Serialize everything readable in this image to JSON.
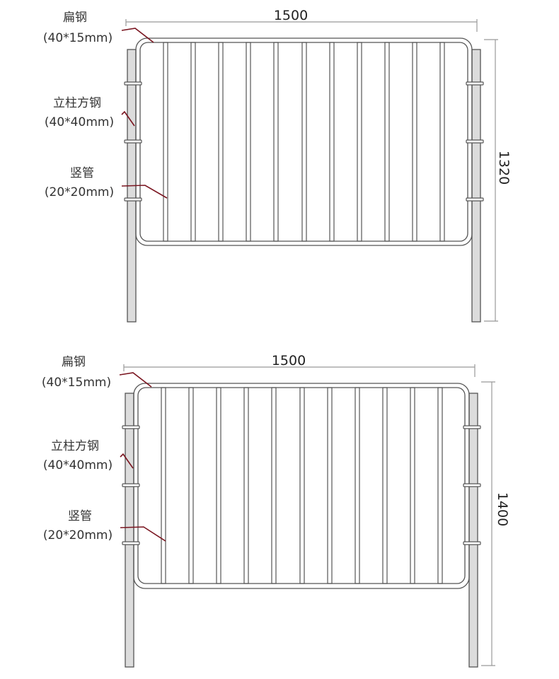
{
  "colors": {
    "post_fill": "#dcdcdc",
    "outline": "#555555",
    "leader": "#7a1520",
    "dim_line": "#999999"
  },
  "diagrams": [
    {
      "width_dim": "1500",
      "height_dim": "1320",
      "labels": {
        "flat_steel_name": "扁钢",
        "flat_steel_spec": "(40*15mm)",
        "post_name": "立柱方钢",
        "post_spec": "(40*40mm)",
        "tube_name": "竖管",
        "tube_spec": "(20*20mm)"
      }
    },
    {
      "width_dim": "1500",
      "height_dim": "1400",
      "labels": {
        "flat_steel_name": "扁钢",
        "flat_steel_spec": "(40*15mm)",
        "post_name": "立柱方钢",
        "post_spec": "(40*40mm)",
        "tube_name": "竖管",
        "tube_spec": "(20*20mm)"
      }
    }
  ]
}
